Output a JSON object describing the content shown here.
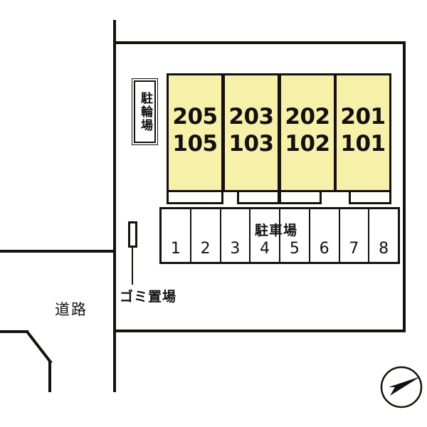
{
  "plan": {
    "title": "apartment-site-plan",
    "colors": {
      "building_fill": "#f7f0a8",
      "line": "#14120d",
      "background": "#ffffff"
    }
  },
  "building": {
    "label": "building-block",
    "units": [
      {
        "upper": "205",
        "lower": "105"
      },
      {
        "upper": "203",
        "lower": "103"
      },
      {
        "upper": "202",
        "lower": "102"
      },
      {
        "upper": "201",
        "lower": "101"
      }
    ]
  },
  "bike_parking": {
    "label": "駐輪場"
  },
  "parking_lot": {
    "title": "駐車場",
    "stalls": [
      "1",
      "2",
      "3",
      "4",
      "5",
      "6",
      "7",
      "8"
    ]
  },
  "trash_area": {
    "label": "ゴミ置場"
  },
  "road": {
    "label": "道路"
  },
  "compass": {
    "label": "north-arrow"
  }
}
